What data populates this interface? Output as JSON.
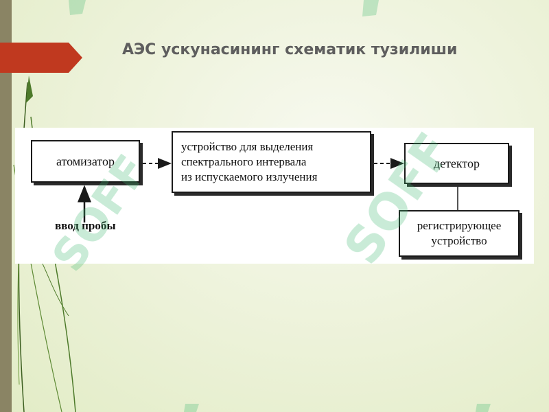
{
  "slide": {
    "title": "АЭС ускунасининг схематик тузилиши"
  },
  "diagram": {
    "nodes": {
      "atomizer": "атомизатор",
      "spectral_lines": [
        "устройство для выделения",
        "спектрального интервала",
        "из испускаемого излучения"
      ],
      "detector": "детектор",
      "recorder_lines": [
        "регистрирующее",
        "устройство"
      ]
    },
    "input_label": "ввод пробы",
    "edges": [
      {
        "from": "sample-input",
        "to": "atomizer",
        "style": "solid"
      },
      {
        "from": "atomizer",
        "to": "spectral-selector",
        "style": "dashed"
      },
      {
        "from": "spectral-selector",
        "to": "detector",
        "style": "dashed"
      },
      {
        "from": "detector",
        "to": "recorder",
        "style": "solid"
      }
    ]
  },
  "watermark": {
    "text": "SOFF"
  },
  "colors": {
    "accent": "#c0391f",
    "strip": "#8a8464",
    "title_text": "#5e5e5e",
    "watermark": "#3fb871"
  }
}
